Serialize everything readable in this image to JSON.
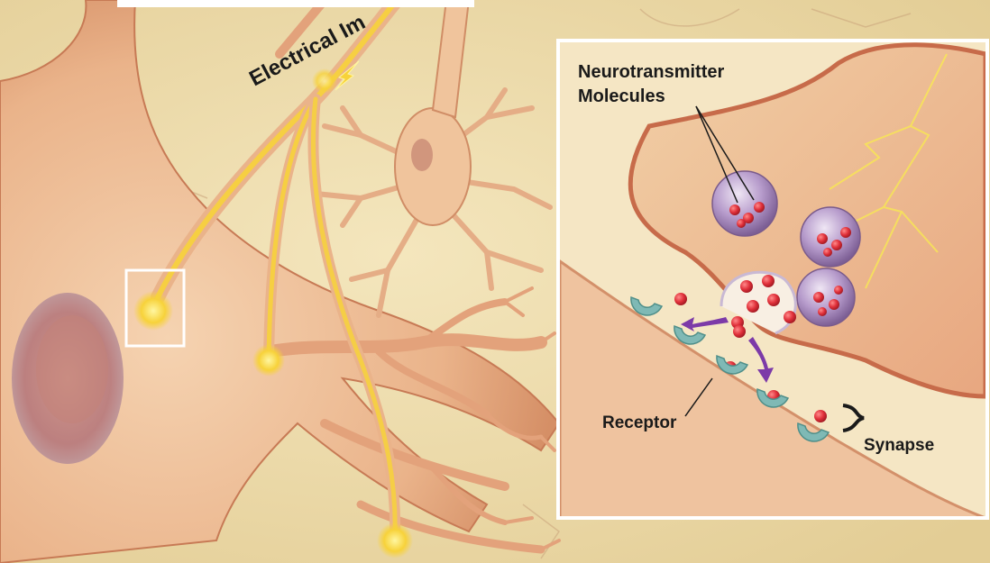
{
  "labels": {
    "electrical_impulse": "Electrical Im",
    "neurotransmitter_line1": "Neurotransmitter",
    "neurotransmitter_line2": "Molecules",
    "receptor": "Receptor",
    "synapse": "Synapse"
  },
  "colors": {
    "background": "#efe0b2",
    "neuron_body": "#f2c49a",
    "neuron_outline": "#c77a55",
    "impulse_yellow": "#f7d23a",
    "inset_fill": "#f5e6c4",
    "vesicle": "#b9a0c7",
    "molecule_red": "#e0303a",
    "receptor_teal": "#7fb9b5",
    "inset_border": "#ffffff"
  }
}
